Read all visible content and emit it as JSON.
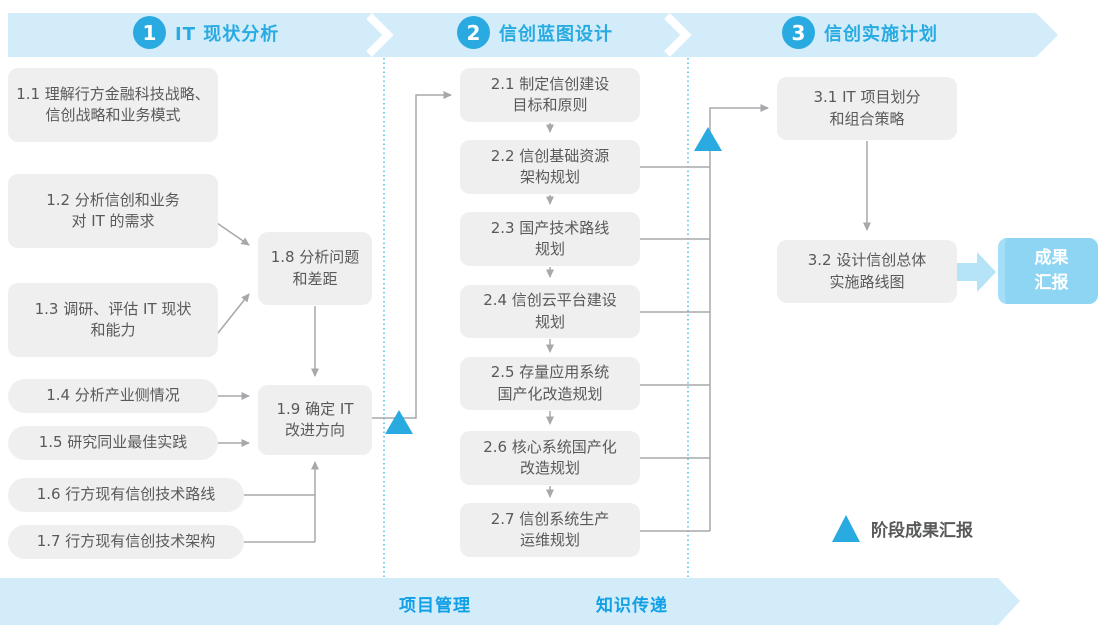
{
  "colors": {
    "accent": "#29abe2",
    "band": "#d3ecfa",
    "box_bg": "#efefef",
    "box_text": "#58595b",
    "connector": "#a6a8ab",
    "result_bg": "#8ed5f4",
    "block_arrow": "#b5e3f8"
  },
  "phases": [
    {
      "number": "1",
      "title": "IT 现状分析"
    },
    {
      "number": "2",
      "title": "信创蓝图设计"
    },
    {
      "number": "3",
      "title": "信创实施计划"
    }
  ],
  "boxes": {
    "b11": {
      "lines": [
        "1.1 理解行方金融科技战略、",
        "信创战略和业务模式"
      ]
    },
    "b12": {
      "lines": [
        "1.2 分析信创和业务",
        "对 IT 的需求"
      ]
    },
    "b13": {
      "lines": [
        "1.3 调研、评估 IT 现状",
        "和能力"
      ]
    },
    "b14": {
      "lines": [
        "1.4 分析产业侧情况"
      ]
    },
    "b15": {
      "lines": [
        "1.5 研究同业最佳实践"
      ]
    },
    "b16": {
      "lines": [
        "1.6 行方现有信创技术路线"
      ]
    },
    "b17": {
      "lines": [
        "1.7 行方现有信创技术架构"
      ]
    },
    "b18": {
      "lines": [
        "1.8 分析问题",
        "和差距"
      ]
    },
    "b19": {
      "lines": [
        "1.9 确定 IT",
        "改进方向"
      ]
    },
    "b21": {
      "lines": [
        "2.1 制定信创建设",
        "目标和原则"
      ]
    },
    "b22": {
      "lines": [
        "2.2 信创基础资源",
        "架构规划"
      ]
    },
    "b23": {
      "lines": [
        "2.3 国产技术路线",
        "规划"
      ]
    },
    "b24": {
      "lines": [
        "2.4 信创云平台建设",
        "规划"
      ]
    },
    "b25": {
      "lines": [
        "2.5 存量应用系统",
        "国产化改造规划"
      ]
    },
    "b26": {
      "lines": [
        "2.6 核心系统国产化",
        "改造规划"
      ]
    },
    "b27": {
      "lines": [
        "2.7 信创系统生产",
        "运维规划"
      ]
    },
    "b31": {
      "lines": [
        "3.1 IT 项目划分",
        "和组合策略"
      ]
    },
    "b32": {
      "lines": [
        "3.2 设计信创总体",
        "实施路线图"
      ]
    }
  },
  "result_box": {
    "lines": [
      "成果",
      "汇报"
    ]
  },
  "bottom_bar": {
    "items": [
      "项目管理",
      "知识传递"
    ]
  },
  "legend": {
    "label": "阶段成果汇报"
  }
}
